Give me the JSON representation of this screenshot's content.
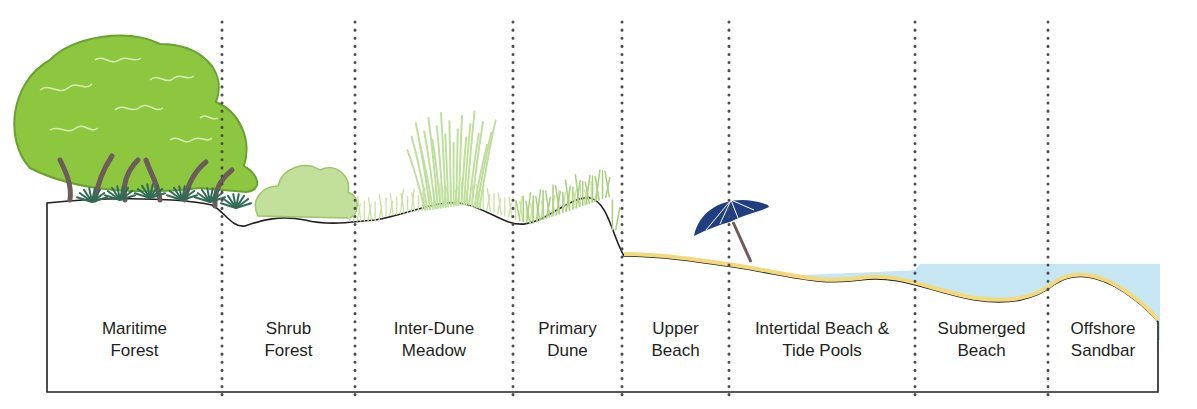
{
  "diagram": {
    "nodes": [
      {
        "text": [
          "Maritime Forest"
        ]
      },
      {
        "text": [
          "Shrub Forest"
        ]
      },
      {
        "text": [
          "Inter-Dune Meadow"
        ]
      },
      {
        "text": [
          "Primary Dune"
        ]
      },
      {
        "text": [
          "Upper Beach"
        ]
      },
      {
        "text": [
          "Intertidal Beach & Tide Pools"
        ]
      },
      {
        "text": [
          "Submerged Beach"
        ]
      },
      {
        "text": [
          "Offshore Sandbar"
        ]
      }
    ]
  }
}
